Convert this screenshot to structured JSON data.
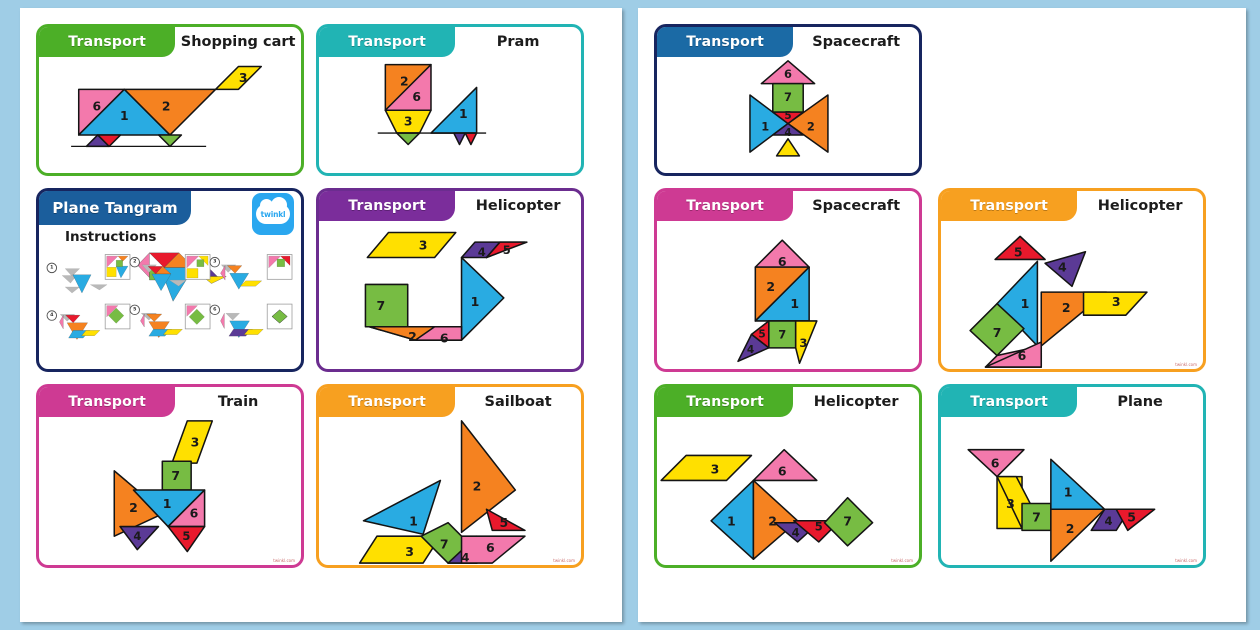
{
  "page": {
    "background_color": "#9fcde6",
    "sheets": [
      {
        "name": "left-sheet"
      },
      {
        "name": "right-sheet"
      }
    ]
  },
  "colors": {
    "piece_1": "#29ABE2",
    "piece_2": "#F58220",
    "piece_3": "#FFE000",
    "piece_4": "#5B3A96",
    "piece_5": "#E8192C",
    "piece_6": "#F379AC",
    "piece_7": "#77BC43",
    "outline": "#141414"
  },
  "labels": {
    "category": "Transport"
  },
  "cards": [
    {
      "id": "shopping-cart",
      "tab_label": "Transport",
      "title": "Shopping cart",
      "accent": "#4CAF27",
      "tab_color": "#4CAF27",
      "pieces": [
        "1",
        "2",
        "3",
        "6"
      ]
    },
    {
      "id": "pram",
      "tab_label": "Transport",
      "title": "Pram",
      "accent": "#21B4B4",
      "tab_color": "#21B4B4",
      "pieces": [
        "1",
        "2",
        "3",
        "6"
      ]
    },
    {
      "id": "instructions",
      "title": "Plane Tangram",
      "subtitle": "Instructions",
      "accent": "#17255F",
      "tab_color": "#1B5E9C",
      "logo": "twinkl",
      "steps": [
        "1",
        "2",
        "3",
        "4",
        "5",
        "6"
      ]
    },
    {
      "id": "helicopter-purple",
      "tab_label": "Transport",
      "title": "Helicopter",
      "accent": "#6B2D8F",
      "tab_color": "#7B2D9B",
      "pieces": [
        "1",
        "2",
        "3",
        "4",
        "5",
        "6",
        "7"
      ]
    },
    {
      "id": "train",
      "tab_label": "Transport",
      "title": "Train",
      "accent": "#CE3A93",
      "tab_color": "#CE3A93",
      "pieces": [
        "1",
        "2",
        "3",
        "4",
        "5",
        "6",
        "7"
      ]
    },
    {
      "id": "sailboat",
      "tab_label": "Transport",
      "title": "Sailboat",
      "accent": "#F7A020",
      "tab_color": "#F7A020",
      "pieces": [
        "1",
        "2",
        "3",
        "4",
        "5",
        "6",
        "7"
      ]
    },
    {
      "id": "spacecraft-blue",
      "tab_label": "Transport",
      "title": "Spacecraft",
      "accent": "#17255F",
      "tab_color": "#1B6AA5",
      "pieces": [
        "1",
        "2",
        "4",
        "5",
        "6",
        "7"
      ]
    },
    {
      "id": "spacecraft-pink",
      "tab_label": "Transport",
      "title": "Spacecraft",
      "accent": "#CE3A93",
      "tab_color": "#CE3A93",
      "pieces": [
        "1",
        "2",
        "3",
        "4",
        "5",
        "6",
        "7"
      ]
    },
    {
      "id": "helicopter-orange",
      "tab_label": "Transport",
      "title": "Helicopter",
      "accent": "#F7A020",
      "tab_color": "#F7A020",
      "pieces": [
        "1",
        "2",
        "3",
        "4",
        "5",
        "6",
        "7"
      ]
    },
    {
      "id": "helicopter-green",
      "tab_label": "Transport",
      "title": "Helicopter",
      "accent": "#4CAF27",
      "tab_color": "#4CAF27",
      "pieces": [
        "1",
        "2",
        "3",
        "4",
        "5",
        "6",
        "7"
      ]
    },
    {
      "id": "plane",
      "tab_label": "Transport",
      "title": "Plane",
      "accent": "#21B4B4",
      "tab_color": "#21B4B4",
      "pieces": [
        "1",
        "2",
        "3",
        "4",
        "5",
        "6",
        "7"
      ]
    }
  ]
}
